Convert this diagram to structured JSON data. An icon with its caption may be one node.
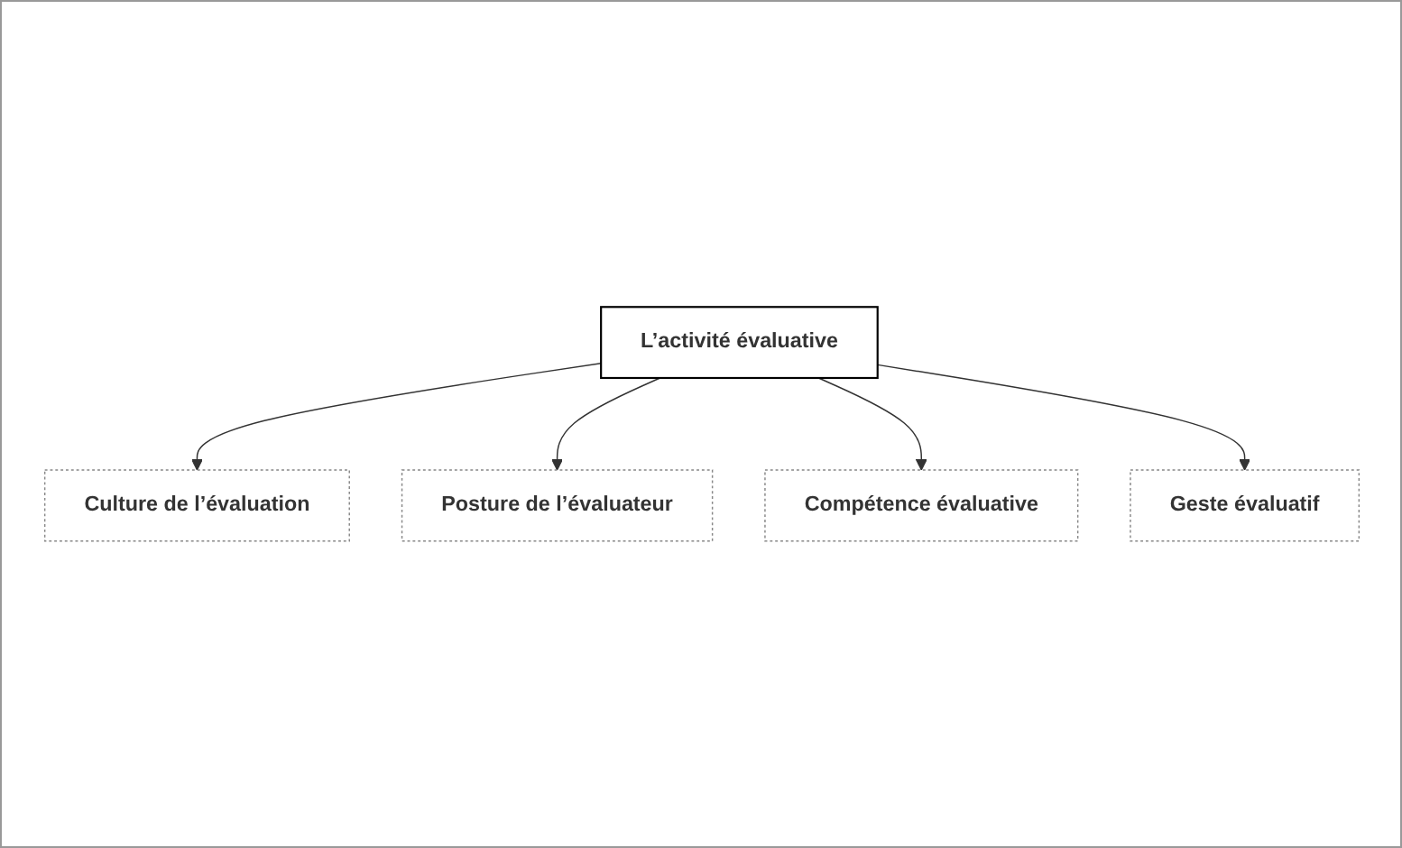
{
  "diagram": {
    "nodes": [
      {
        "text": [
          "Culture de l’évaluation"
        ]
      },
      {
        "text": [
          "Posture de l’évaluateur"
        ]
      },
      {
        "text": [
          "L’activité évaluative"
        ]
      },
      {
        "text": [
          "Compétence évaluative"
        ]
      },
      {
        "text": [
          "Geste évaluatif"
        ]
      }
    ],
    "edges": [
      {
        "from": 2,
        "to": 0,
        "arrow": "to"
      },
      {
        "from": 2,
        "to": 1,
        "arrow": "to"
      },
      {
        "from": 2,
        "to": 3,
        "arrow": "to"
      },
      {
        "from": 2,
        "to": 4,
        "arrow": "to"
      }
    ]
  }
}
